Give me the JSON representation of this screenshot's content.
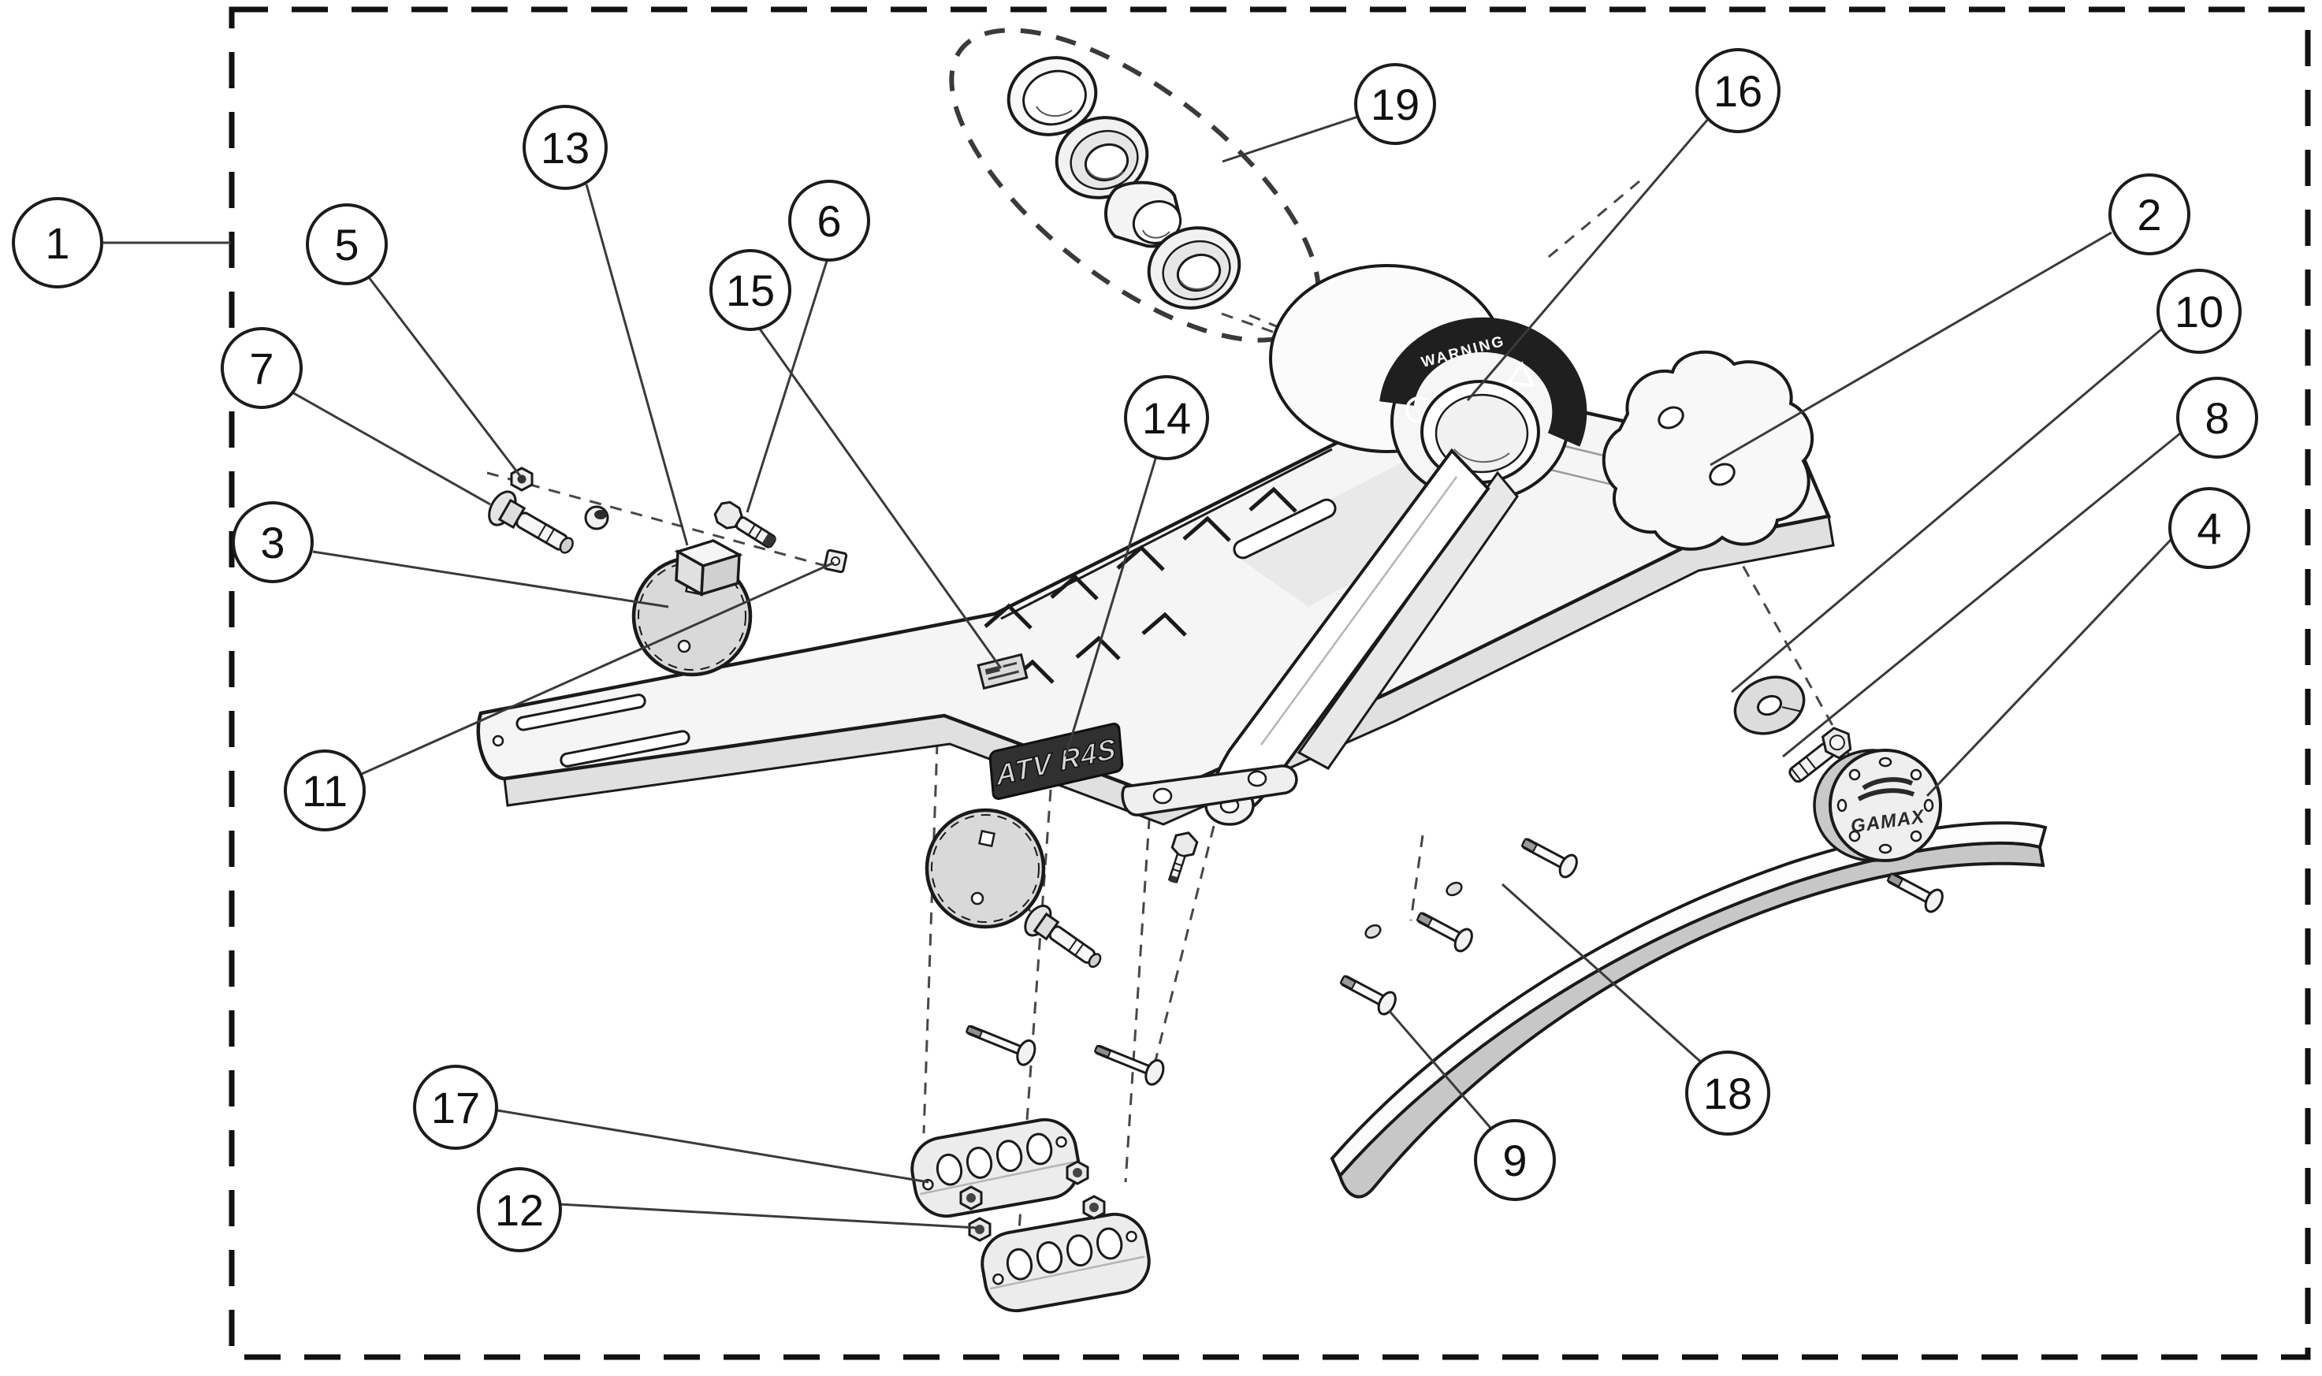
{
  "figure": {
    "type": "exploded-parts-diagram",
    "model_label": "ATV R4S",
    "pivot_band_text": "WARNING",
    "end_cap_logo": "GAMAX",
    "callouts": [
      {
        "label": "1"
      },
      {
        "label": "2"
      },
      {
        "label": "3"
      },
      {
        "label": "4"
      },
      {
        "label": "5"
      },
      {
        "label": "6"
      },
      {
        "label": "7"
      },
      {
        "label": "8"
      },
      {
        "label": "9"
      },
      {
        "label": "10"
      },
      {
        "label": "11"
      },
      {
        "label": "12"
      },
      {
        "label": "13"
      },
      {
        "label": "14"
      },
      {
        "label": "15"
      },
      {
        "label": "16"
      },
      {
        "label": "17"
      },
      {
        "label": "18"
      },
      {
        "label": "19"
      }
    ]
  },
  "colors": {
    "ink": "#1a1a1a",
    "background": "#ffffff",
    "part_fill_light": "#f5f5f5",
    "part_fill_mid": "#e0e0e0",
    "part_fill_dark": "#c7c7c7",
    "badge_background": "#303030",
    "badge_text": "#d6d6d6",
    "warning_band": "#1f1f1f"
  }
}
